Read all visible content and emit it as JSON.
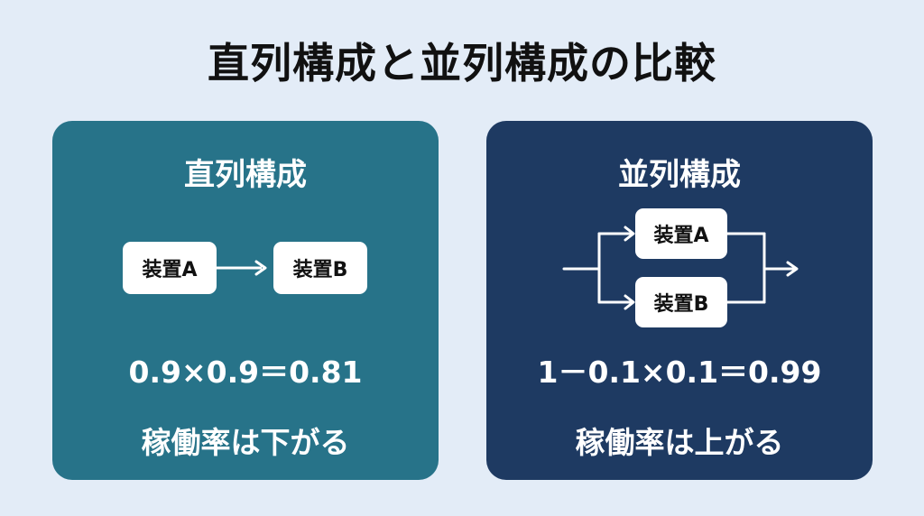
{
  "title": "直列構成と並列構成の比較",
  "series": {
    "heading": "直列構成",
    "device_a": "装置A",
    "device_b": "装置B",
    "formula": "0.9×0.9＝0.81",
    "conclusion": "稼働率は下がる",
    "panel_color": "#277389"
  },
  "parallel": {
    "heading": "並列構成",
    "device_a": "装置A",
    "device_b": "装置B",
    "formula": "1－0.1×0.1＝0.99",
    "conclusion": "稼働率は上がる",
    "panel_color": "#1e3a62"
  },
  "colors": {
    "background": "#e3ecf7",
    "title_text": "#111111",
    "box_fill": "#ffffff",
    "connector": "#ffffff"
  }
}
